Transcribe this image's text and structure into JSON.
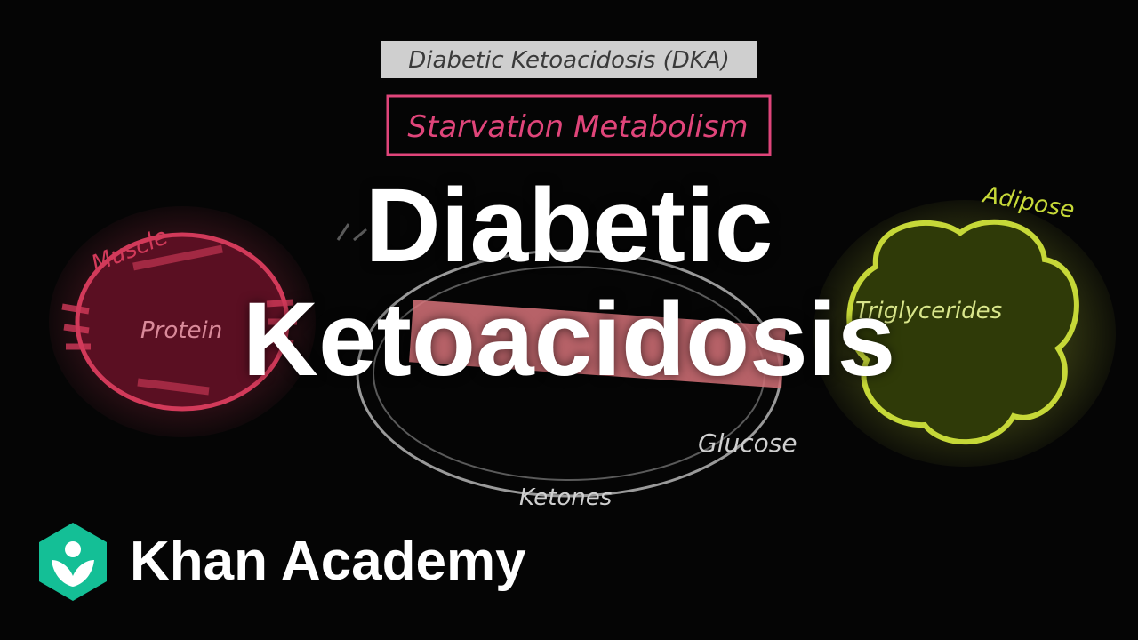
{
  "board": {
    "heading": "Diabetic Ketoacidosis (DKA)",
    "subheading": "Starvation Metabolism",
    "muscle_label": "Muscle",
    "muscle_content": "Protein",
    "adipose_label": "Adipose",
    "adipose_content": "Triglycerides",
    "glucose_label": "Glucose",
    "ketones_label": "Ketones"
  },
  "title": {
    "line1": "Diabetic",
    "line2": "Ketoacidosis"
  },
  "brand": {
    "name": "Khan Academy",
    "logo_icon": "khan-academy-leaf-hexagon",
    "logo_color": "#14BF96"
  },
  "colors": {
    "background": "#050505",
    "muscle": "#d23a5a",
    "adipose": "#c6d838",
    "marker_pink": "#e0457a",
    "chalk": "#cfcfcf"
  }
}
